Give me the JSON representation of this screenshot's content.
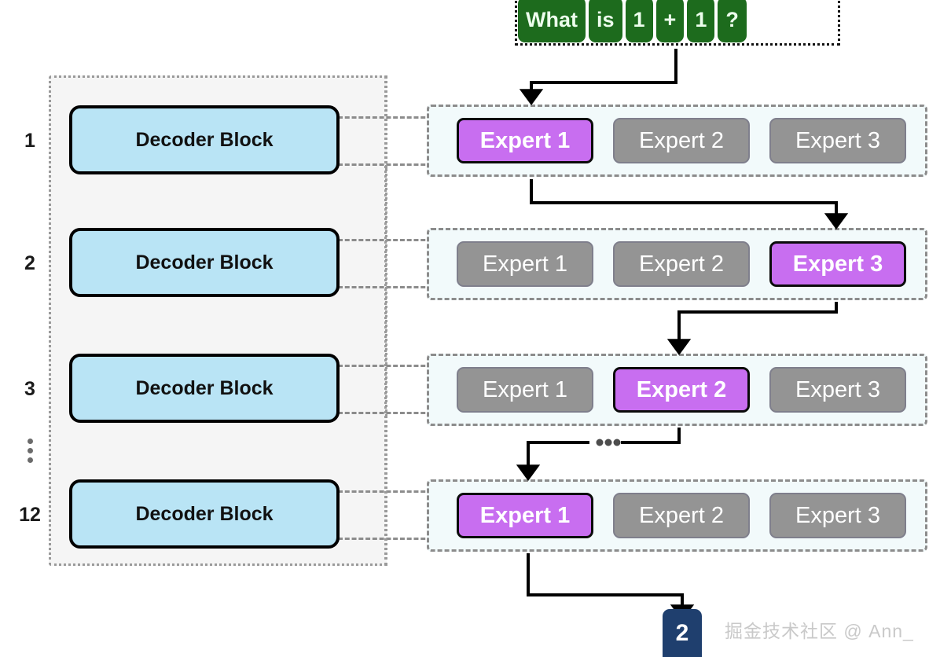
{
  "prompt": {
    "tokens": [
      "What",
      "is",
      "1",
      "+",
      "1",
      "?"
    ],
    "token_bg": "#1d6b1d",
    "token_fg": "#ecfdec"
  },
  "layers": [
    {
      "number": "1",
      "block_label": "Decoder Block",
      "experts": [
        {
          "label": "Expert 1",
          "active": true
        },
        {
          "label": "Expert 2",
          "active": false
        },
        {
          "label": "Expert 3",
          "active": false
        }
      ]
    },
    {
      "number": "2",
      "block_label": "Decoder Block",
      "experts": [
        {
          "label": "Expert 1",
          "active": false
        },
        {
          "label": "Expert 2",
          "active": false
        },
        {
          "label": "Expert 3",
          "active": true
        }
      ]
    },
    {
      "number": "3",
      "block_label": "Decoder Block",
      "experts": [
        {
          "label": "Expert 1",
          "active": false
        },
        {
          "label": "Expert 2",
          "active": true
        },
        {
          "label": "Expert 3",
          "active": false
        }
      ]
    },
    {
      "number": "12",
      "block_label": "Decoder Block",
      "experts": [
        {
          "label": "Expert 1",
          "active": true
        },
        {
          "label": "Expert 2",
          "active": false
        },
        {
          "label": "Expert 3",
          "active": false
        }
      ]
    }
  ],
  "ellipsis": {
    "vertical_label": "vertical-ellipsis",
    "horizontal_label": "horizontal-ellipsis"
  },
  "output": {
    "value": "2",
    "box_color": "#1f3f6e"
  },
  "watermark": {
    "text": "掘金技术社区 @ Ann_",
    "color": "#c9c9c9"
  },
  "colors": {
    "active_expert": "#c86ef0",
    "inactive_expert": "#949494",
    "decoder_block": "#b9e4f5",
    "container_bg": "#f5f5f5",
    "expert_row_bg": "#f2fafb"
  }
}
